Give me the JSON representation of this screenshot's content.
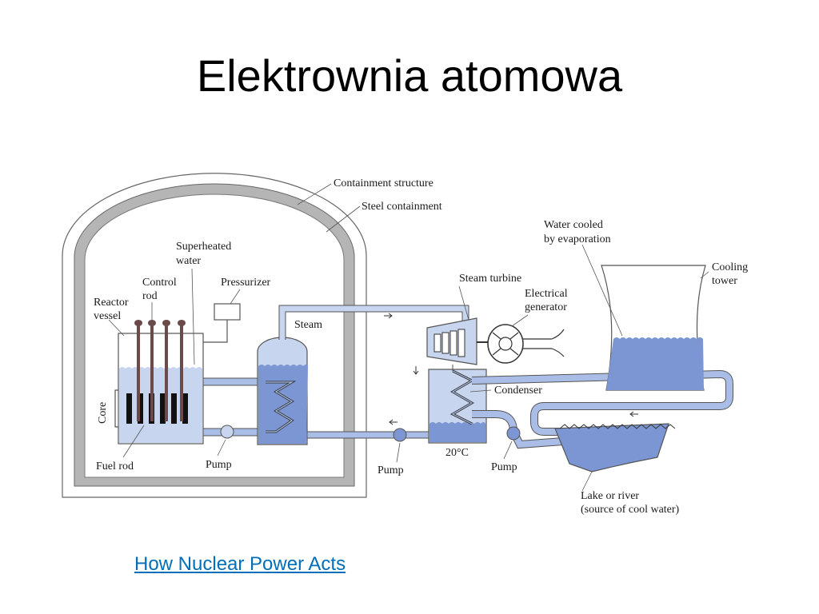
{
  "slide": {
    "title": "Elektrownia atomowa",
    "link_text": "How Nuclear Power Acts"
  },
  "labels": {
    "containment_structure": "Containment structure",
    "steel_containment": "Steel containment",
    "superheated_water_1": "Superheated",
    "superheated_water_2": "water",
    "control_rod_1": "Control",
    "control_rod_2": "rod",
    "pressurizer": "Pressurizer",
    "reactor_vessel_1": "Reactor",
    "reactor_vessel_2": "vessel",
    "core": "Core",
    "fuel_rod": "Fuel rod",
    "pump_reactor": "Pump",
    "steam": "Steam",
    "steam_turbine": "Steam turbine",
    "electrical_generator_1": "Electrical",
    "electrical_generator_2": "generator",
    "condenser": "Condenser",
    "temperature": "20°C",
    "pump_mid": "Pump",
    "pump_right": "Pump",
    "water_cooled_1": "Water cooled",
    "water_cooled_2": "by evaporation",
    "cooling_tower_1": "Cooling",
    "cooling_tower_2": "tower",
    "lake_1": "Lake or river",
    "lake_2": "(source of cool water)"
  },
  "colors": {
    "water_light": "#c8d5ee",
    "water_dark": "#7b96d3",
    "pipe": "#a9bde6",
    "containment_gray": "#b5b5b5"
  }
}
